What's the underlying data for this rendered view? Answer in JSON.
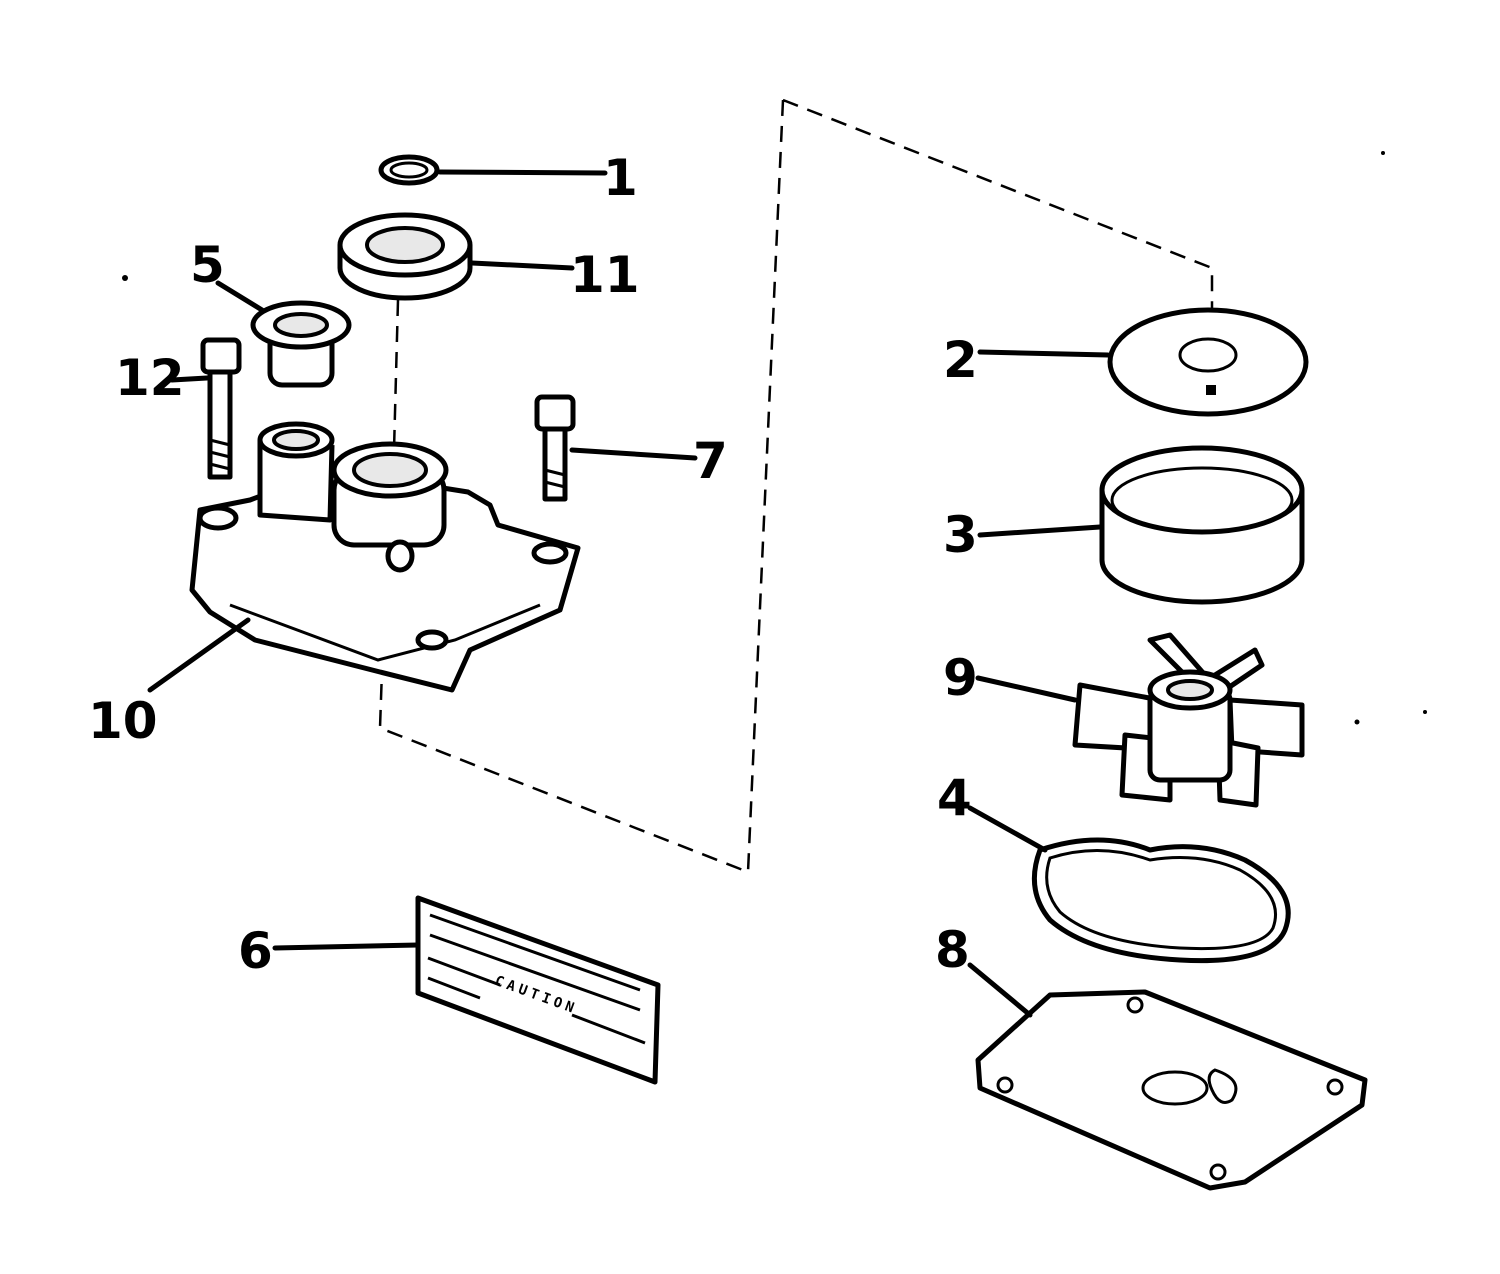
{
  "diagram": {
    "callouts": [
      {
        "id": "1",
        "label": "1"
      },
      {
        "id": "2",
        "label": "2"
      },
      {
        "id": "3",
        "label": "3"
      },
      {
        "id": "4",
        "label": "4"
      },
      {
        "id": "5",
        "label": "5"
      },
      {
        "id": "6",
        "label": "6"
      },
      {
        "id": "7",
        "label": "7"
      },
      {
        "id": "8",
        "label": "8"
      },
      {
        "id": "9",
        "label": "9"
      },
      {
        "id": "10",
        "label": "10"
      },
      {
        "id": "11",
        "label": "11"
      },
      {
        "id": "12",
        "label": "12"
      }
    ],
    "label_plate": {
      "heading": "CAUTION"
    }
  }
}
